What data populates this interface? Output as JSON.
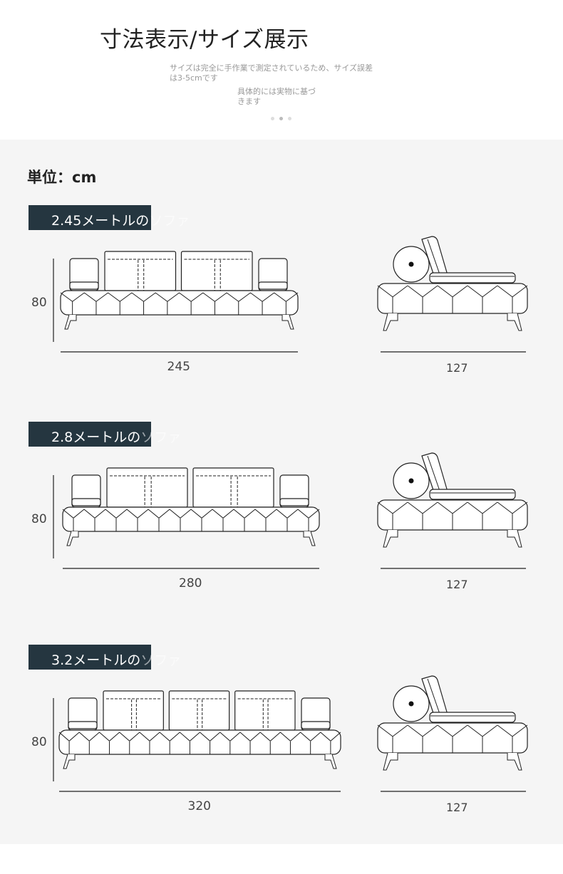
{
  "header": {
    "title": "寸法表示/サイズ展示",
    "note_line1": "サイズは完全に手作業で測定されているため、サイズ誤差",
    "note_line2": "は3-5cmです",
    "note_line3": "具体的には実物に基づ",
    "note_line4": "きます",
    "carousel_active_index": 1
  },
  "unit_label": "単位：cm",
  "sections": [
    {
      "title_main": "2.45メートルの",
      "title_fade": "ソファ",
      "height_label": "80",
      "width_label": "245",
      "depth_label": "127",
      "back_cushions": 2
    },
    {
      "title_main": "2.8メートルの",
      "title_fade": "ソファ",
      "height_label": "80",
      "width_label": "280",
      "depth_label": "127",
      "back_cushions": 2
    },
    {
      "title_main": "3.2メートルの",
      "title_fade": "ソファ",
      "height_label": "80",
      "width_label": "320",
      "depth_label": "127",
      "back_cushions": 3
    }
  ],
  "colors": {
    "banner": "#253640",
    "background": "#f5f5f5",
    "line": "#222222"
  }
}
